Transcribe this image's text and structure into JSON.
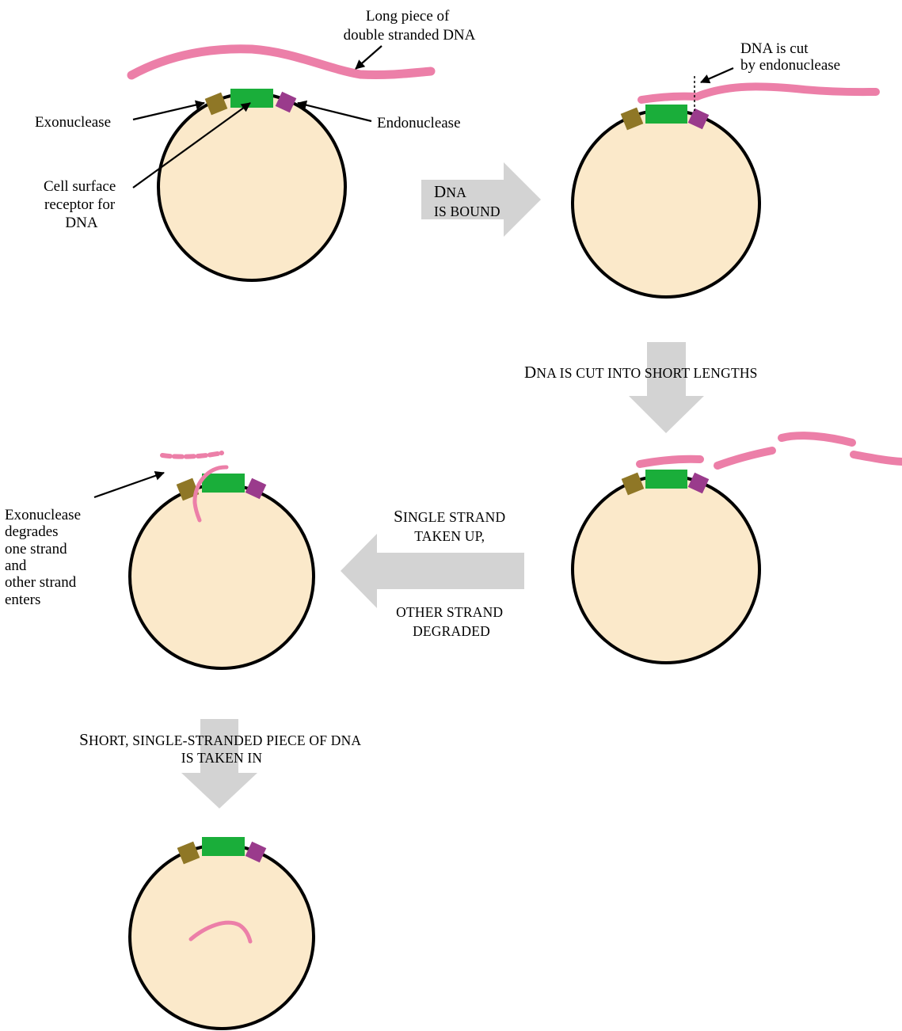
{
  "colors": {
    "cell_fill": "#fbe9ca",
    "cell_outline": "#000000",
    "dna": "#ec7fa8",
    "receptor": "#1aae3a",
    "exonuclease": "#8f7726",
    "endonuclease": "#9a3b8c",
    "process_arrow": "#d3d3d3"
  },
  "labels": {
    "long_dna": [
      "Long piece of",
      "double stranded DNA"
    ],
    "exonuclease": "Exonuclease",
    "endonuclease": "Endonuclease",
    "receptor": [
      "Cell surface",
      "receptor for",
      "DNA"
    ],
    "dna_cut": [
      "DNA is cut",
      "by endonuclease"
    ],
    "exo_degrades": [
      "Exonuclease",
      "degrades",
      "one strand",
      "and",
      "other strand",
      "enters"
    ]
  },
  "steps": {
    "dna_bound": {
      "first_cap": "D",
      "first_rest": "NA",
      "line2": "IS BOUND"
    },
    "cut_short": {
      "first_cap": "D",
      "first_rest": "NA IS CUT INTO SHORT LENGTHS"
    },
    "single_strand": {
      "first_cap": "S",
      "first_rest": "INGLE STRAND",
      "line2": "TAKEN UP,",
      "line3": "OTHER STRAND",
      "line4": "DEGRADED"
    },
    "taken_in": {
      "first_cap": "S",
      "first_rest": "HORT, SINGLE-STRANDED PIECE OF DNA",
      "line2": "IS TAKEN IN"
    }
  }
}
